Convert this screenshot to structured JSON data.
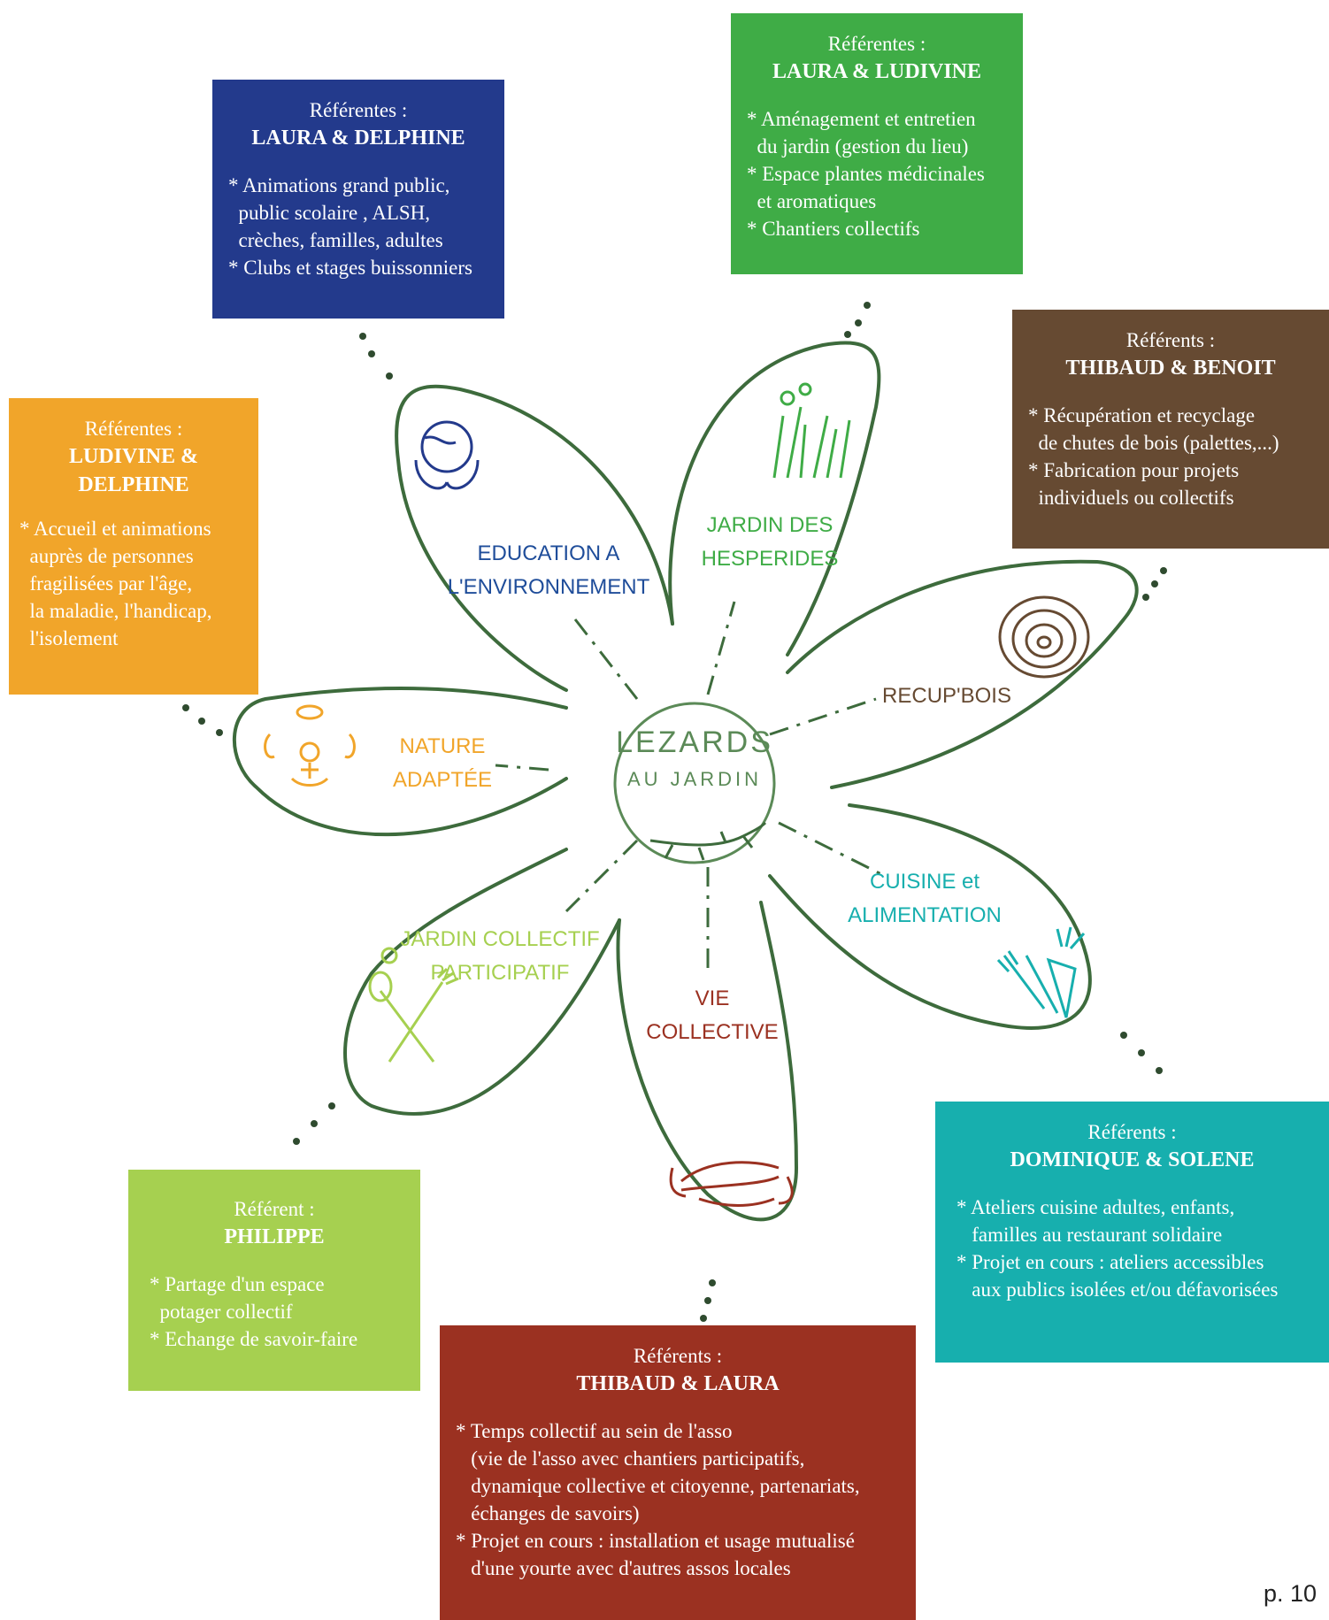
{
  "colors": {
    "stem": "#3d6b3c",
    "education": "#233a8c",
    "jardin_hesperides": "#3fac46",
    "recup_bois": "#664a32",
    "nature_adaptee": "#f1a52a",
    "jardin_collectif": "#a6d050",
    "vie_collective": "#9b3121",
    "cuisine": "#17afae"
  },
  "center": {
    "logo_line1": "LEZARDS",
    "logo_line2": "AU JARDIN",
    "icon": "lizard-icon"
  },
  "petals": {
    "education": {
      "label_line1": "EDUCATION A",
      "label_line2": "L'ENVIRONNEMENT",
      "icon": "earth-hands-icon"
    },
    "hesperides": {
      "label_line1": "JARDIN DES",
      "label_line2": "HESPERIDES",
      "icon": "grass-flowers-icon"
    },
    "recup": {
      "label_line1": "RECUP'BOIS",
      "icon": "tree-rings-icon"
    },
    "nature": {
      "label_line1": "NATURE",
      "label_line2": "ADAPTÉE",
      "icon": "five-senses-icon"
    },
    "collectif": {
      "label_line1": "JARDIN COLLECTIF",
      "label_line2": "PARTICIPATIF",
      "icon": "garden-tools-icon"
    },
    "vie": {
      "label_line1": "VIE",
      "label_line2": "COLLECTIVE",
      "icon": "joined-hands-icon"
    },
    "cuisine": {
      "label_line1": "CUISINE et",
      "label_line2": "ALIMENTATION",
      "icon": "cutlery-carrot-icon"
    }
  },
  "boxes": {
    "education": {
      "ref": "Référentes :",
      "names": "LAURA & DELPHINE",
      "items": [
        "* Animations grand public,",
        "  public scolaire , ALSH,",
        "  crèches, familles, adultes",
        "* Clubs et stages buissonniers"
      ]
    },
    "hesperides": {
      "ref": "Référentes :",
      "names": "LAURA & LUDIVINE",
      "items": [
        "* Aménagement et entretien",
        "  du jardin (gestion du lieu)",
        "* Espace plantes médicinales",
        "  et aromatiques",
        "* Chantiers collectifs"
      ]
    },
    "recup": {
      "ref": "Référents :",
      "names": "THIBAUD & BENOIT",
      "items": [
        "* Récupération et recyclage",
        "  de chutes de bois (palettes,...)",
        "* Fabrication pour projets",
        "  individuels ou collectifs"
      ]
    },
    "nature": {
      "ref": "Référentes :",
      "names_line1": "LUDIVINE &",
      "names_line2": "DELPHINE",
      "items": [
        "* Accueil et animations",
        "  auprès de personnes",
        "  fragilisées par l'âge,",
        "  la maladie, l'handicap,",
        "  l'isolement"
      ]
    },
    "collectif": {
      "ref": "Référent :",
      "names": "PHILIPPE",
      "items": [
        "* Partage d'un espace",
        "  potager collectif",
        "* Echange de savoir-faire"
      ]
    },
    "vie": {
      "ref": "Référents :",
      "names": "THIBAUD & LAURA",
      "items": [
        "* Temps collectif au sein de l'asso",
        "   (vie de l'asso avec chantiers participatifs,",
        "   dynamique collective et citoyenne, partenariats,",
        "   échanges de savoirs)",
        "* Projet en cours : installation et usage mutualisé",
        "   d'une yourte avec d'autres assos locales"
      ]
    },
    "cuisine": {
      "ref": "Référents :",
      "names": "DOMINIQUE & SOLENE",
      "items": [
        "* Ateliers cuisine adultes, enfants,",
        "   familles au restaurant solidaire",
        "* Projet en cours : ateliers accessibles",
        "   aux publics isolées et/ou défavorisées"
      ]
    }
  },
  "page_number": "p. 10"
}
